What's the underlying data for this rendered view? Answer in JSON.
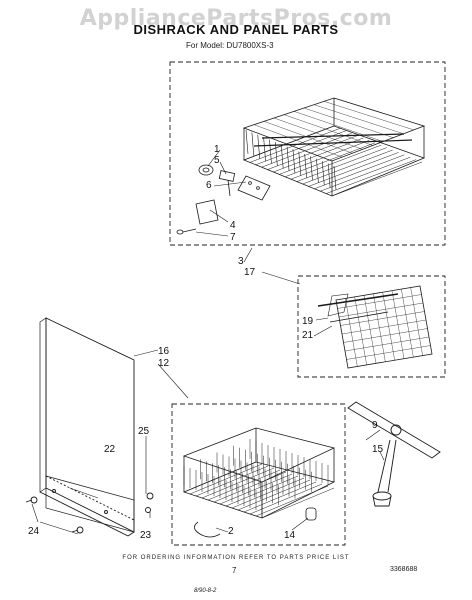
{
  "watermark": "AppliancePartsPros.com",
  "title": "DISHRACK AND PANEL PARTS",
  "model": "For Model: DU7800XS-3",
  "footer_note": "FOR ORDERING INFORMATION REFER TO PARTS PRICE LIST",
  "page_number": "7",
  "document_number": "3368688",
  "revision": "8/90-8-2",
  "callouts": [
    "1",
    "5",
    "6",
    "4",
    "7",
    "3",
    "17",
    "19",
    "21",
    "16",
    "12",
    "9",
    "15",
    "22",
    "25",
    "24",
    "23",
    "2",
    "14"
  ],
  "colors": {
    "ink": "#1a1a1a",
    "watermark": "#d2d2d2",
    "background": "#ffffff"
  }
}
